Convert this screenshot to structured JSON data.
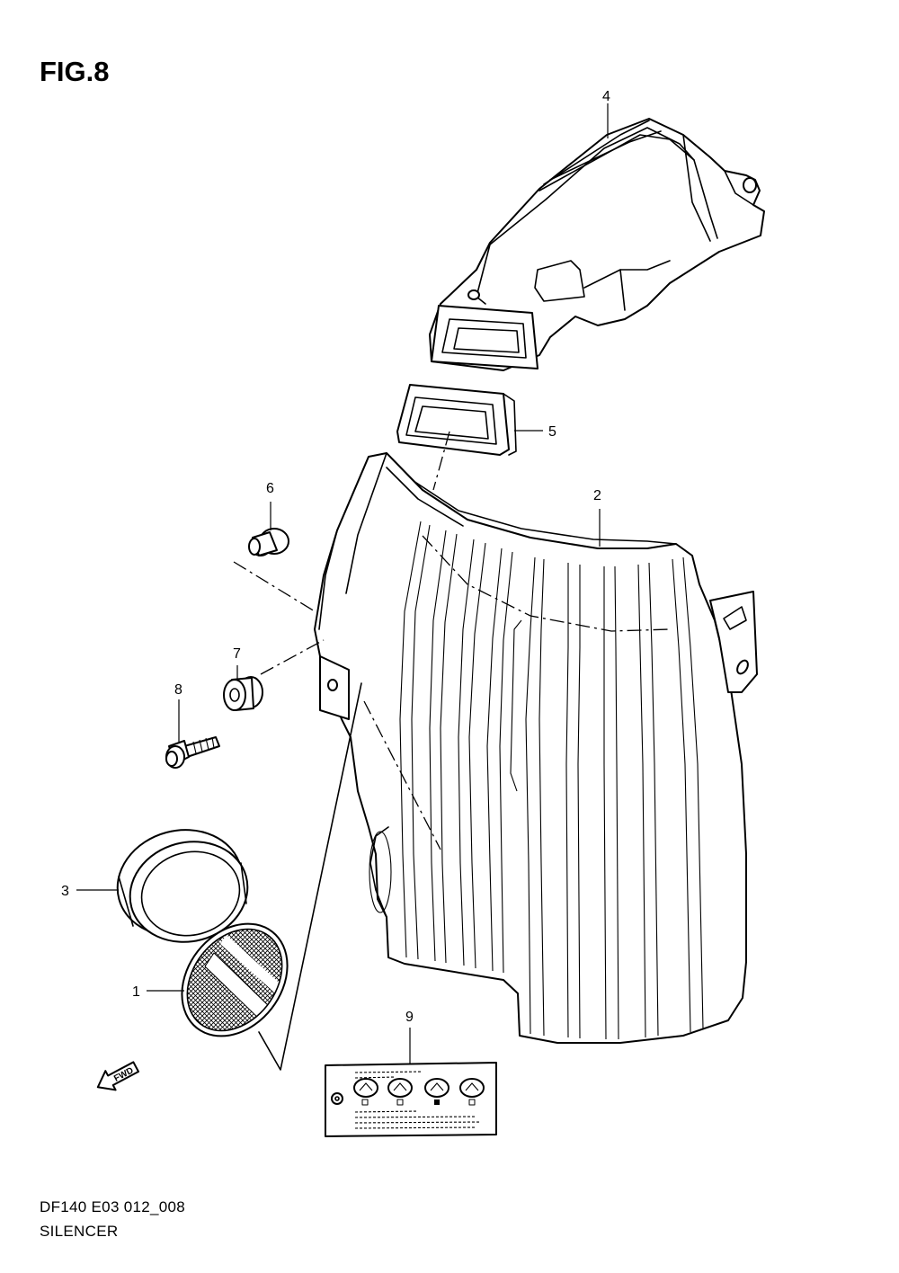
{
  "figure": {
    "title": "FIG.8",
    "code": "DF140 E03 012_008",
    "name": "SILENCER"
  },
  "callouts": [
    {
      "id": "1",
      "label": "1"
    },
    {
      "id": "2",
      "label": "2"
    },
    {
      "id": "3",
      "label": "3"
    },
    {
      "id": "4",
      "label": "4"
    },
    {
      "id": "5",
      "label": "5"
    },
    {
      "id": "6",
      "label": "6"
    },
    {
      "id": "7",
      "label": "7"
    },
    {
      "id": "8",
      "label": "8"
    },
    {
      "id": "9",
      "label": "9"
    }
  ],
  "fwd_arrow": {
    "label": "FWD",
    "icon": "fwd-arrow-icon"
  },
  "colors": {
    "ink": "#000000",
    "paper": "#ffffff"
  }
}
